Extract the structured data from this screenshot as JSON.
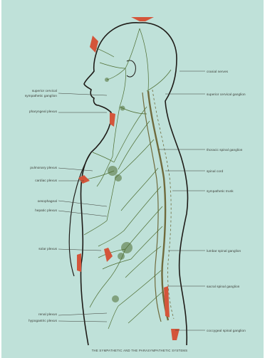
{
  "figure": {
    "caption": "THE SYMPATHETIC AND THE PARASYMPATHETIC SYSTEMS",
    "colors": {
      "background": "#bfe1d9",
      "outline": "#1e1b17",
      "nerve": "#4f6e33",
      "marker": "#d4553a",
      "leader": "#3a3a34"
    },
    "labels_left": [
      "superior cervical",
      "sympathetic ganglion",
      "pharyngeal plexus",
      "pulmonary plexus",
      "cardiac plexus",
      "oesophageal",
      "hepatic plexus",
      "solar plexus",
      "renal plexus",
      "hypogastric plexus"
    ],
    "labels_right": [
      "cranial nerves",
      "superior cervical ganglion",
      "thoracic spinal ganglion",
      "spinal cord",
      "sympathetic trunk",
      "lumbar spinal ganglion",
      "sacral spinal ganglion",
      "coccygeal spinal ganglion"
    ]
  }
}
